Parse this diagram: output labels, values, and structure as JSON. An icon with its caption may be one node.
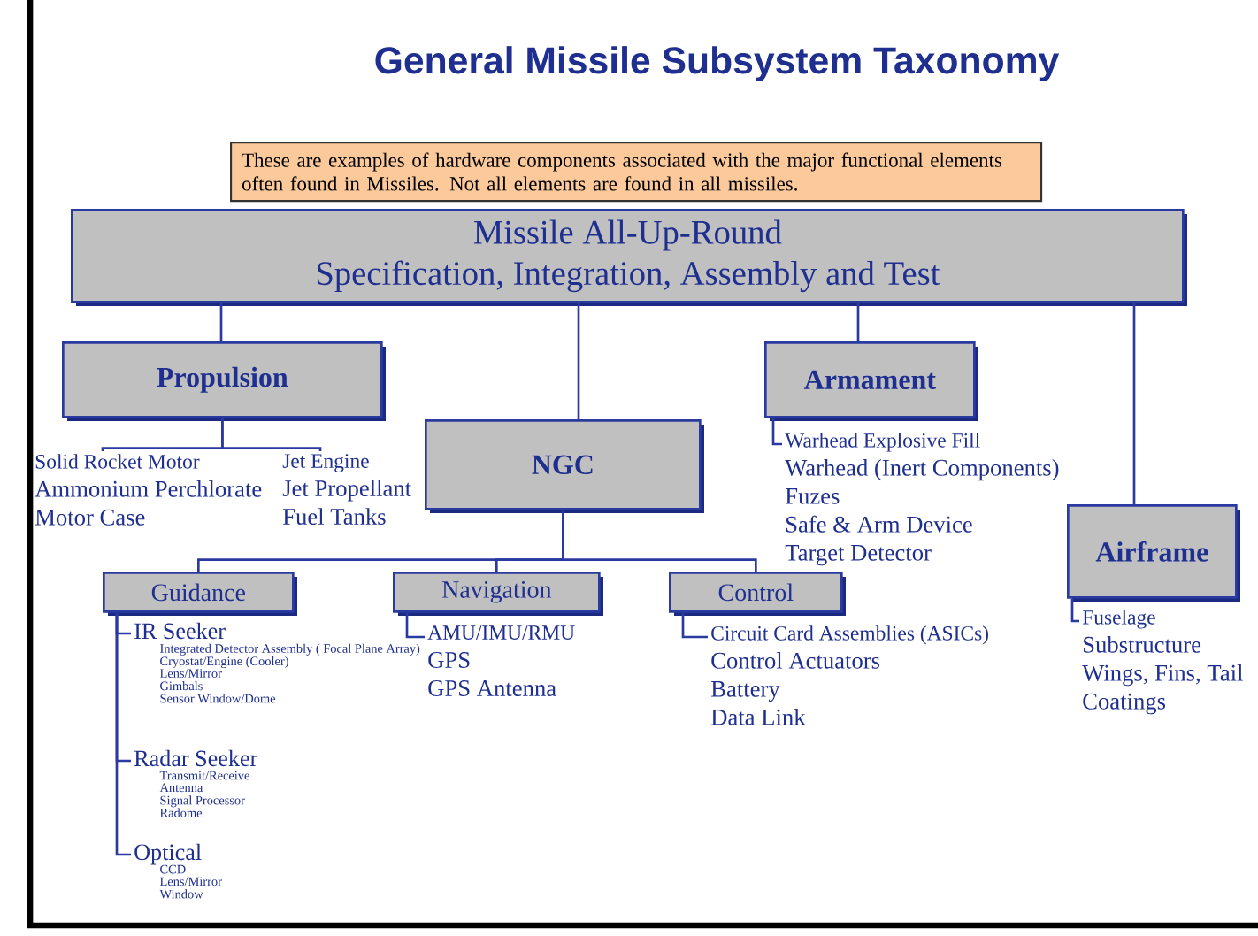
{
  "diagram": {
    "title": "General Missile Subsystem Taxonomy",
    "nodes": [
      {
        "text": [
          "These are examples of hardware components associated with the major functional elements often found in Missiles. Not all elements are found in all missiles."
        ]
      },
      {
        "text": [
          "Missile All-Up-Round",
          "Specification, Integration, Assembly and Test"
        ]
      },
      {
        "text": [
          "Propulsion"
        ]
      },
      {
        "text": [
          "Armament"
        ]
      },
      {
        "text": [
          "Solid Rocket Motor",
          "Ammonium Perchlorate",
          "Motor Case"
        ]
      },
      {
        "text": [
          "Jet Engine",
          "Jet Propellant",
          "Fuel Tanks"
        ]
      },
      {
        "text": [
          "NGC"
        ]
      },
      {
        "text": [
          "Warhead Explosive Fill",
          "Warhead (Inert Components)",
          "Fuzes",
          "Safe & Arm Device",
          "Target Detector"
        ]
      },
      {
        "text": [
          "Airframe"
        ]
      },
      {
        "text": [
          "Guidance"
        ]
      },
      {
        "text": [
          "Navigation"
        ]
      },
      {
        "text": [
          "Control"
        ]
      },
      {
        "text": [
          "IR Seeker",
          "Integrated Detector Assembly ( Focal Plane Array)",
          "Cryostat/Engine (Cooler)",
          "Lens/Mirror",
          "Gimbals",
          "Sensor Window/Dome"
        ]
      },
      {
        "text": [
          "Radar Seeker",
          "Transmit/Receive",
          "Antenna",
          "Signal Processor",
          "Radome"
        ]
      },
      {
        "text": [
          "Optical",
          "CCD",
          "Lens/Mirror",
          "Window"
        ]
      },
      {
        "text": [
          "AMU/IMU/RMU",
          "GPS",
          "GPS Antenna"
        ]
      },
      {
        "text": [
          "Circuit Card Assemblies (ASICs)",
          "Control Actuators",
          "Battery",
          "Data Link"
        ]
      },
      {
        "text": [
          "Fuselage",
          "Substructure",
          "Wings, Fins, Tail",
          "Coatings"
        ]
      }
    ],
    "edges": [
      {
        "from": 1,
        "to": 2,
        "arrow": "none"
      },
      {
        "from": 1,
        "to": 6,
        "arrow": "none"
      },
      {
        "from": 1,
        "to": 3,
        "arrow": "none"
      },
      {
        "from": 1,
        "to": 8,
        "arrow": "none"
      },
      {
        "from": 2,
        "to": 4,
        "arrow": "none"
      },
      {
        "from": 2,
        "to": 5,
        "arrow": "none"
      },
      {
        "from": 3,
        "to": 7,
        "arrow": "none"
      },
      {
        "from": 6,
        "to": 9,
        "arrow": "none"
      },
      {
        "from": 6,
        "to": 10,
        "arrow": "none"
      },
      {
        "from": 6,
        "to": 11,
        "arrow": "none"
      },
      {
        "from": 8,
        "to": 17,
        "arrow": "none"
      },
      {
        "from": 9,
        "to": 12,
        "arrow": "none"
      },
      {
        "from": 9,
        "to": 13,
        "arrow": "none"
      },
      {
        "from": 9,
        "to": 14,
        "arrow": "none"
      },
      {
        "from": 10,
        "to": 15,
        "arrow": "none"
      },
      {
        "from": 11,
        "to": 16,
        "arrow": "none"
      }
    ]
  }
}
